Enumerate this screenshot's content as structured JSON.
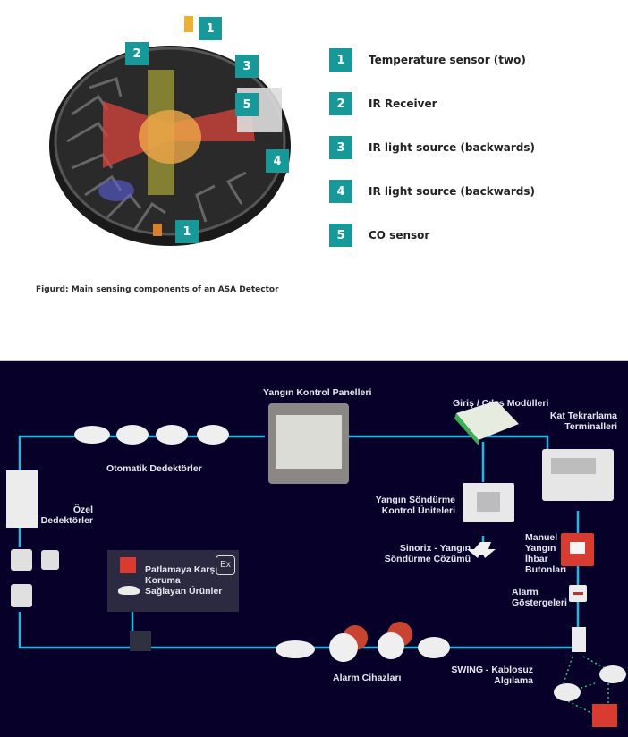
{
  "figure1": {
    "callouts": [
      "1",
      "2",
      "3",
      "5",
      "4",
      "1"
    ],
    "legend": [
      {
        "num": "1",
        "label": "Temperature sensor (two)"
      },
      {
        "num": "2",
        "label": "IR Receiver"
      },
      {
        "num": "3",
        "label": "IR light source (backwards)"
      },
      {
        "num": "4",
        "label": "IR light source (backwards)"
      },
      {
        "num": "5",
        "label": "CO sensor"
      }
    ],
    "caption": "Figurd:  Main sensing components of an ASA Detector",
    "accent": "#17999a"
  },
  "figure2": {
    "background": "#07012a",
    "line_color": "#1fb8e0",
    "labels": {
      "control_panels": "Yangın Kontrol Panelleri",
      "io_modules": "Giriş / Çıkış Modülleri",
      "floor_repeater_1": "Kat Tekrarlama",
      "floor_repeater_2": "Terminalleri",
      "auto_detectors": "Otomatik Dedektörler",
      "special_detectors_1": "Özel",
      "special_detectors_2": "Dedektörler",
      "extinguish_control_1": "Yangın Söndürme",
      "extinguish_control_2": "Kontrol Üniteleri",
      "sinorix_1": "Sinorix - Yangın",
      "sinorix_2": "Söndürme Çözümü",
      "manual_1": "Manuel",
      "manual_2": "Yangın",
      "manual_3": "İhbar",
      "manual_4": "Butonları",
      "alarm_ind_1": "Alarm",
      "alarm_ind_2": "Göstergeleri",
      "ex_1": "Patlamaya Karşı",
      "ex_2": "Koruma",
      "ex_3": "Sağlayan Ürünler",
      "ex_symbol": "Ex",
      "alarm_devices": "Alarm Cihazları",
      "swing_1": "SWING - Kablosuz",
      "swing_2": "Algılama"
    }
  }
}
